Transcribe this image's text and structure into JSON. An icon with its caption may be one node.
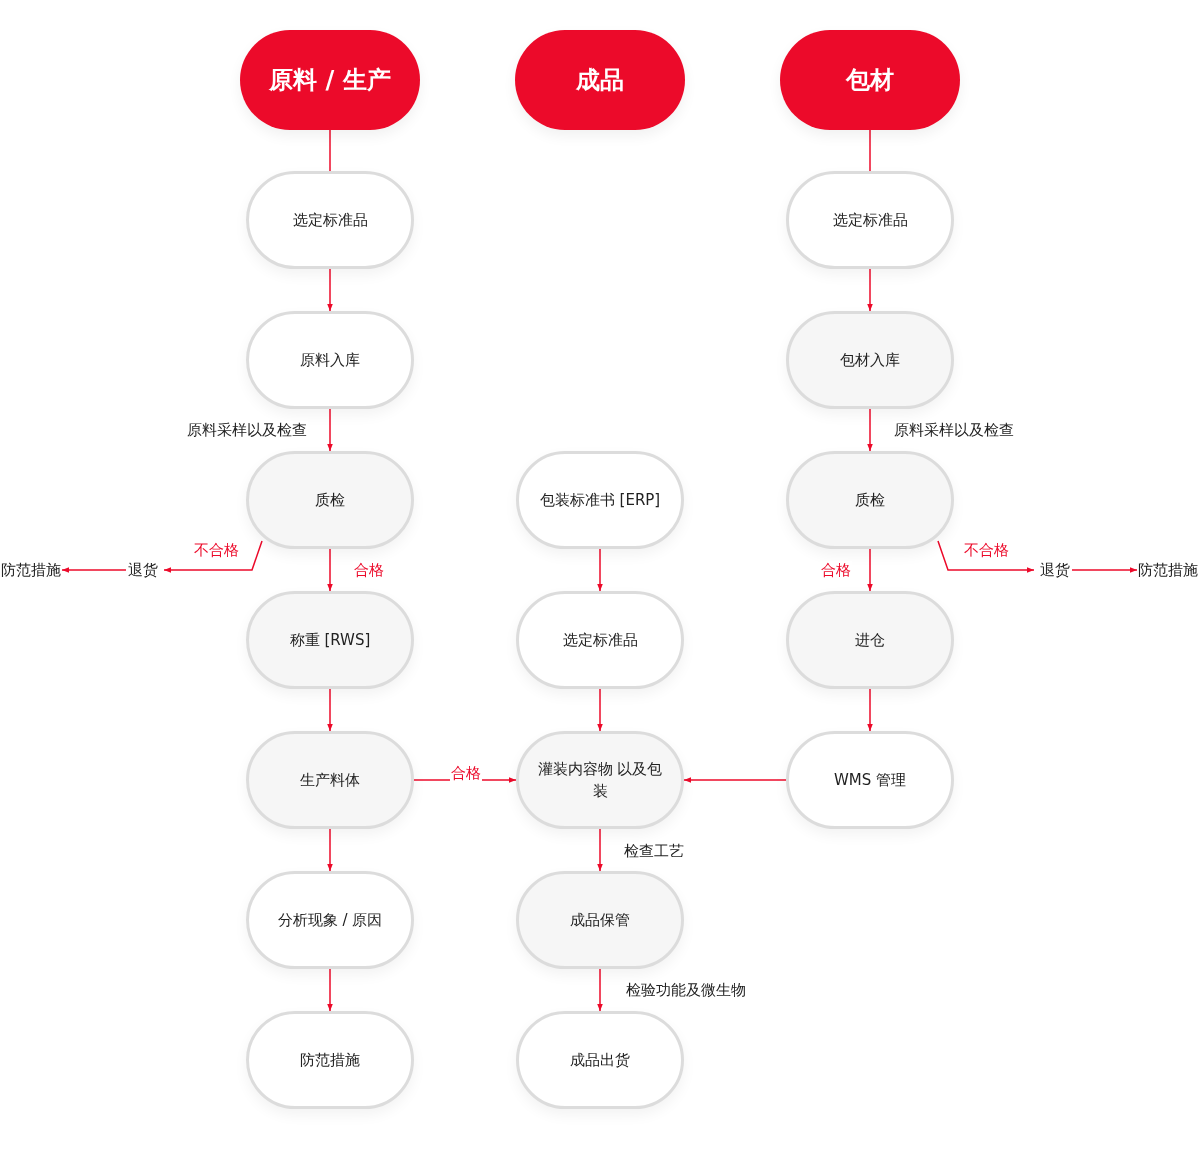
{
  "diagram": {
    "nodes": [
      {
        "text": [
          "原料 / 生产"
        ]
      },
      {
        "text": [
          "成品"
        ]
      },
      {
        "text": [
          "包材"
        ]
      },
      {
        "text": [
          "选定标准品"
        ]
      },
      {
        "text": [
          "原料入库"
        ]
      },
      {
        "text": [
          "质检"
        ]
      },
      {
        "text": [
          "退货"
        ]
      },
      {
        "text": [
          "防范措施"
        ]
      },
      {
        "text": [
          "称重 [RWS]"
        ]
      },
      {
        "text": [
          "生产料体"
        ]
      },
      {
        "text": [
          "分析现象 / 原因"
        ]
      },
      {
        "text": [
          "防范措施"
        ]
      },
      {
        "text": [
          "包装标准书 [ERP]"
        ]
      },
      {
        "text": [
          "选定标准品"
        ]
      },
      {
        "text": [
          "灌装内容物 以及包装"
        ]
      },
      {
        "text": [
          "成品保管"
        ]
      },
      {
        "text": [
          "成品出货"
        ]
      },
      {
        "text": [
          "选定标准品"
        ]
      },
      {
        "text": [
          "包材入库"
        ]
      },
      {
        "text": [
          "质检"
        ]
      },
      {
        "text": [
          "退货"
        ]
      },
      {
        "text": [
          "防范措施"
        ]
      },
      {
        "text": [
          "进仓"
        ]
      },
      {
        "text": [
          "WMS 管理"
        ]
      }
    ],
    "edges": [
      {
        "from": 0,
        "to": 3,
        "arrow": "none"
      },
      {
        "from": 3,
        "to": 4,
        "arrow": "to"
      },
      {
        "from": 4,
        "to": 5,
        "arrow": "to",
        "label": "原料采样以及检查"
      },
      {
        "from": 5,
        "to": 6,
        "arrow": "to",
        "label": "不合格"
      },
      {
        "from": 6,
        "to": 7,
        "arrow": "to"
      },
      {
        "from": 5,
        "to": 8,
        "arrow": "to",
        "label": "合格"
      },
      {
        "from": 8,
        "to": 9,
        "arrow": "to"
      },
      {
        "from": 9,
        "to": 10,
        "arrow": "to"
      },
      {
        "from": 10,
        "to": 11,
        "arrow": "to"
      },
      {
        "from": 9,
        "to": 14,
        "arrow": "to",
        "label": "合格"
      },
      {
        "from": 12,
        "to": 13,
        "arrow": "to"
      },
      {
        "from": 13,
        "to": 14,
        "arrow": "to"
      },
      {
        "from": 14,
        "to": 15,
        "arrow": "to",
        "label": "检查工艺"
      },
      {
        "from": 15,
        "to": 16,
        "arrow": "to",
        "label": "检验功能及微生物"
      },
      {
        "from": 2,
        "to": 17,
        "arrow": "none"
      },
      {
        "from": 17,
        "to": 18,
        "arrow": "to"
      },
      {
        "from": 18,
        "to": 19,
        "arrow": "to",
        "label": "原料采样以及检查"
      },
      {
        "from": 19,
        "to": 20,
        "arrow": "to",
        "label": "不合格"
      },
      {
        "from": 20,
        "to": 21,
        "arrow": "to"
      },
      {
        "from": 19,
        "to": 22,
        "arrow": "to",
        "label": "合格"
      },
      {
        "from": 22,
        "to": 23,
        "arrow": "to"
      },
      {
        "from": 23,
        "to": 14,
        "arrow": "to"
      }
    ]
  }
}
